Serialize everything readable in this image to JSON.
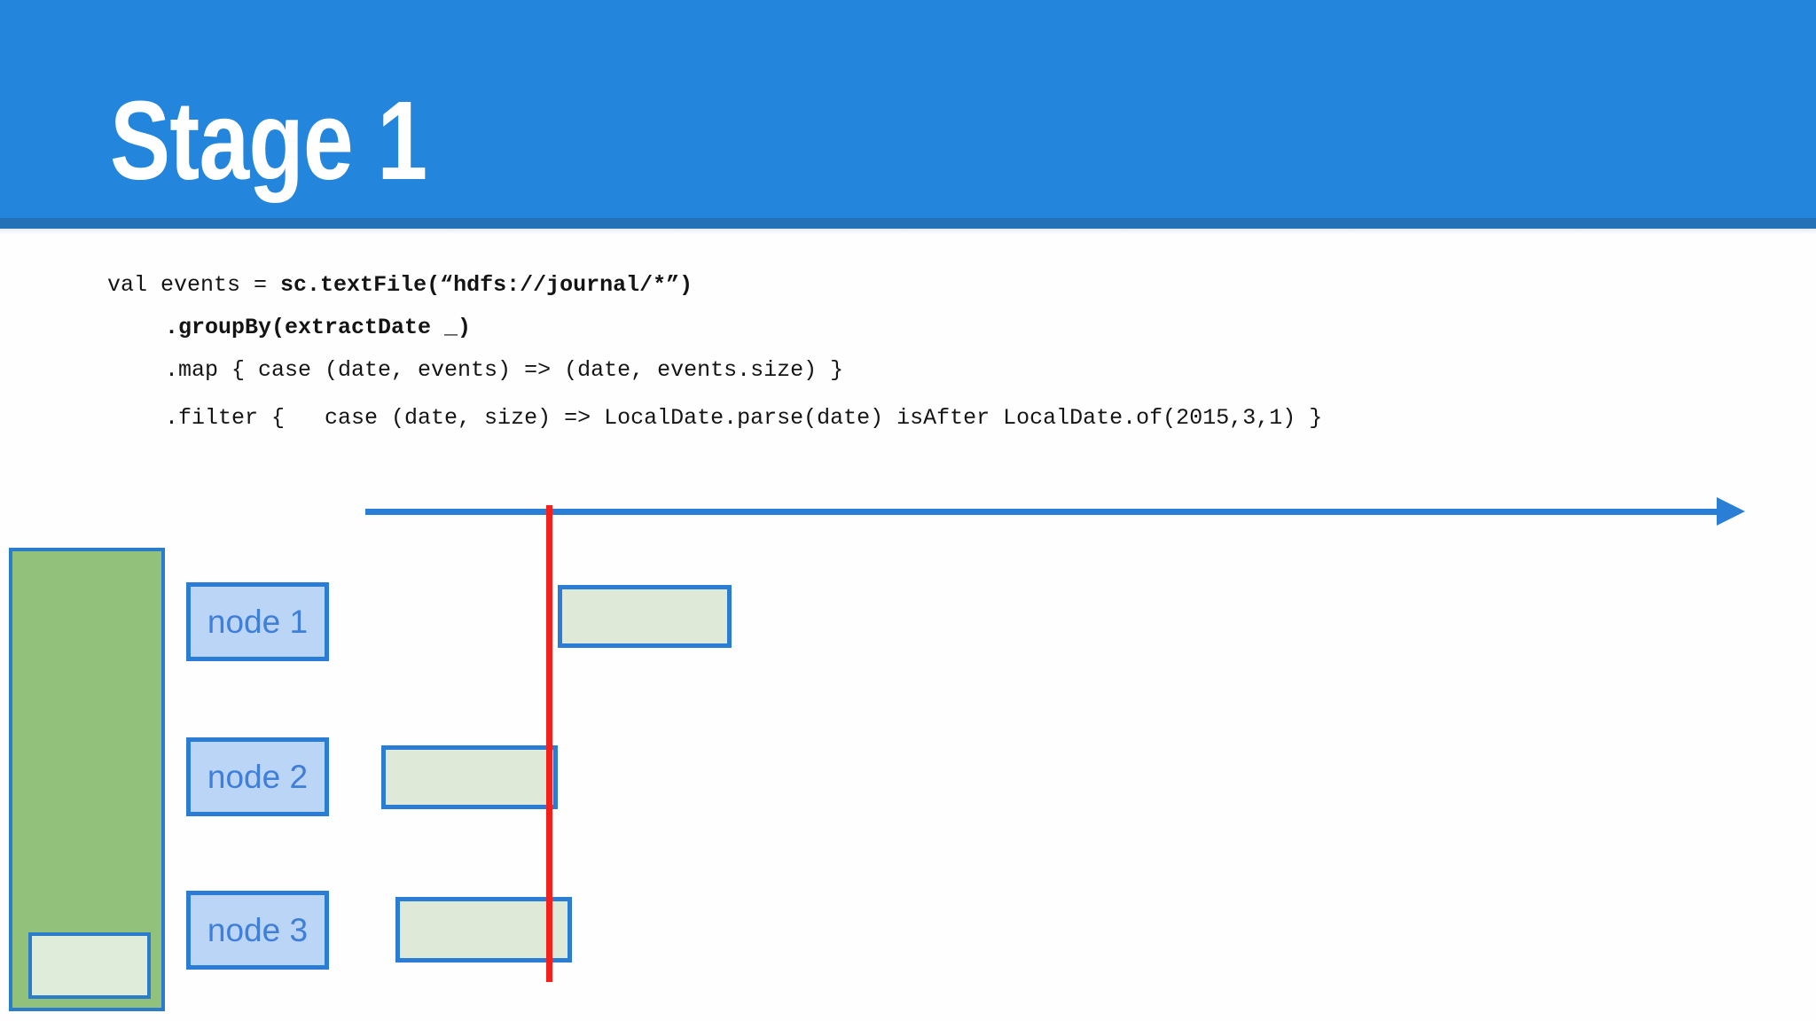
{
  "title": "Stage 1",
  "code": {
    "lines": [
      {
        "segments": [
          {
            "text": "val events = ",
            "bold": false
          },
          {
            "text": "sc.textFile(“hdfs://journal/*”)",
            "bold": true
          }
        ]
      },
      {
        "segments": [
          {
            "text": ".groupBy(extractDate _)",
            "bold": true
          }
        ]
      },
      {
        "segments": [
          {
            "text": ".map { case (date, events) => (date, events.size) }",
            "bold": false
          }
        ]
      },
      {
        "segments": [
          {
            "text": ".filter {   case (date, size) => LocalDate.parse(date) isAfter LocalDate.of(2015,3,1) }",
            "bold": false
          }
        ]
      }
    ]
  },
  "diagram": {
    "nodes": [
      {
        "label": "node 1"
      },
      {
        "label": "node 2"
      },
      {
        "label": "node 3"
      }
    ],
    "colors": {
      "header_blue": "#2385dc",
      "header_strip_blue": "#2471b7",
      "shape_border_blue": "#2b7cd4",
      "node_fill_blue": "#bad5f6",
      "node_text_blue": "#3f7ed9",
      "task_bar_fill_green": "#dee9d8",
      "hdfs_fill_green": "#92c17b",
      "hdfs_inner_fill_green": "#dfecda",
      "timeline_blue": "#2b7ed5",
      "cutoff_red": "#f5201c",
      "title_text": "#ffffff"
    }
  }
}
